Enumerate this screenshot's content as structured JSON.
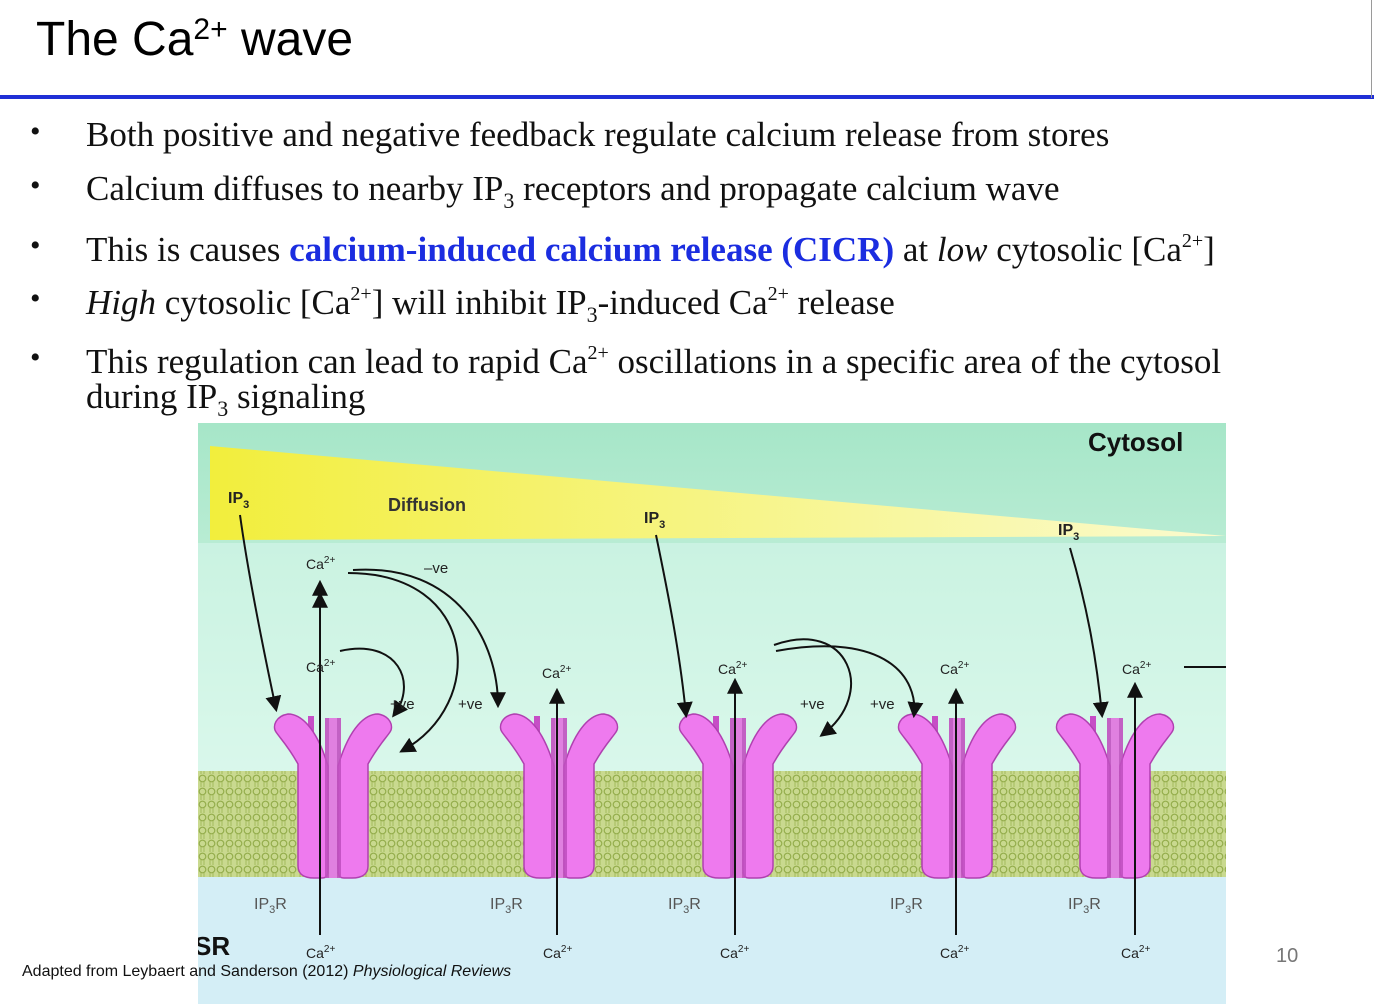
{
  "title": {
    "text": "The Ca",
    "sup": "2+",
    "rest": " wave"
  },
  "bullets": [
    {
      "marker": "•",
      "parts": [
        "Both positive and negative feedback regulate calcium release from stores"
      ]
    },
    {
      "marker": "•",
      "parts": [
        "Calcium diffuses to nearby IP",
        "3",
        " receptors and propagate calcium wave"
      ]
    },
    {
      "marker": "•",
      "parts": [
        "This is causes ",
        "calcium-induced calcium release (CICR)",
        " at ",
        "low",
        " cytosolic [Ca",
        "2+",
        "]"
      ]
    },
    {
      "marker": "•",
      "parts": [
        "High",
        " cytosolic [Ca",
        "2+",
        "] will inhibit IP",
        "3",
        "-induced Ca",
        "2+",
        " release"
      ]
    },
    {
      "marker": "•",
      "parts": [
        "This regulation can lead to rapid Ca",
        "2+",
        " oscillations in a specific area of the cytosol",
        "during IP",
        "3",
        " signaling"
      ]
    }
  ],
  "diagram": {
    "cytosol_label": "Cytosol",
    "sr_label": "SR",
    "diffusion_label": "Diffusion",
    "ip3": {
      "base": "IP",
      "sub": "3"
    },
    "ca": {
      "base": "Ca",
      "sup": "2+"
    },
    "ip3r": {
      "base": "IP",
      "sub": "3",
      "rest": "R"
    },
    "neg_feedback": "–ve",
    "pos_feedback": "+ve",
    "colors": {
      "cytosol": "#b8ecd4",
      "gradient": "#f3f060",
      "receptor": "#e86ee8",
      "membrane": "#b9cc80",
      "sr": "#d2eef6"
    }
  },
  "citation": {
    "text": "Adapted from Leybaert and Sanderson (2012) ",
    "journal": "Physiological Reviews"
  },
  "page_number": "10"
}
